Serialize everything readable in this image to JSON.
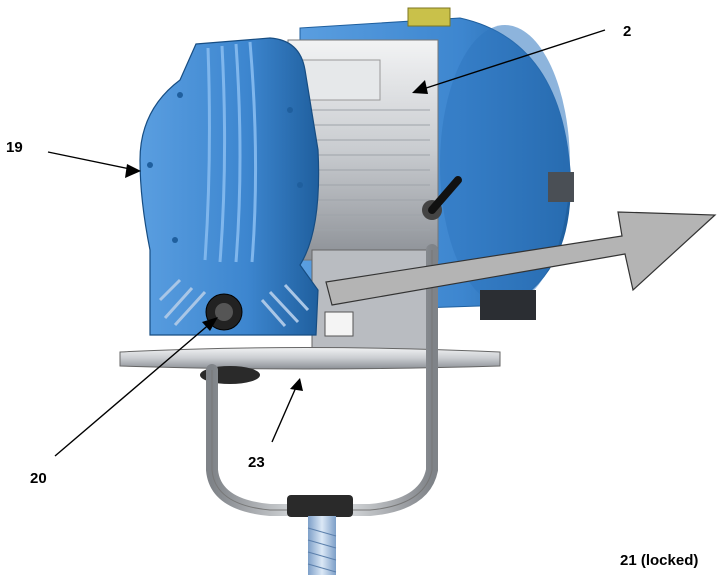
{
  "figure": {
    "callouts": {
      "c2": "2",
      "c19": "19",
      "c20": "20",
      "c23": "23",
      "c21": "21 (locked)"
    },
    "colors": {
      "housing_blue": "#3d86cf",
      "housing_dark": "#1f5f9e",
      "silver": "#c9ccd0",
      "arrow_gray": "#b4b4b4",
      "stand_blue": "#a9c6e6"
    }
  }
}
